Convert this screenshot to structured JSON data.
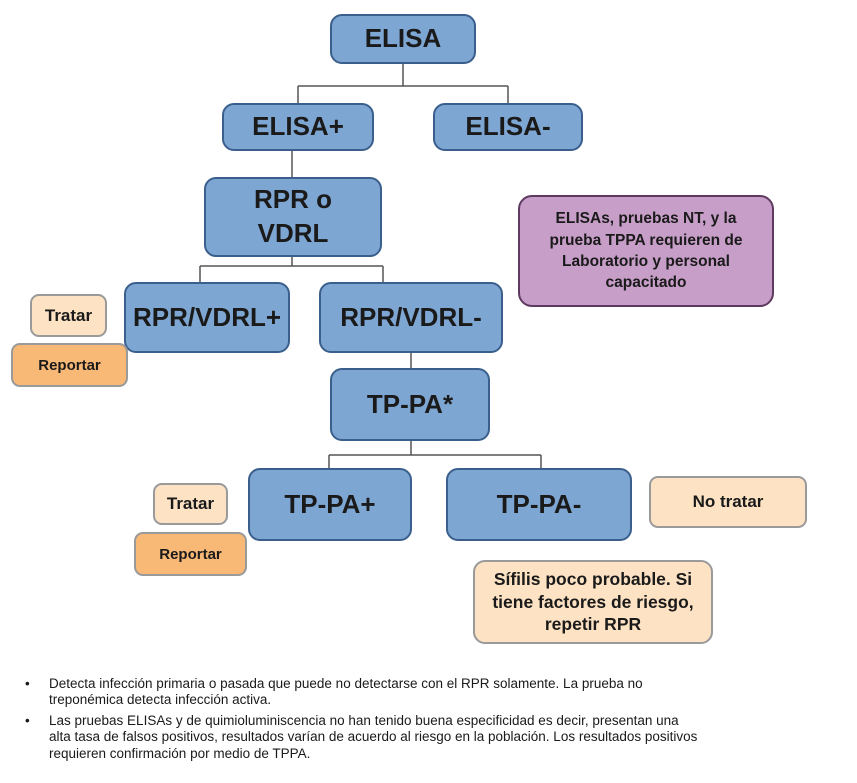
{
  "flowchart": {
    "elisa": "ELISA",
    "elisa_pos": "ELISA+",
    "elisa_neg": "ELISA-",
    "rpr_vdrl_line1": "RPR o",
    "rpr_vdrl_line2": "VDRL",
    "rpr_vdrl_pos": "RPR/VDRL+",
    "rpr_vdrl_neg": "RPR/VDRL-",
    "tppa": "TP-PA*",
    "tppa_pos": "TP-PA+",
    "tppa_neg": "TP-PA-",
    "tratar_1": "Tratar",
    "reportar_1": "Reportar",
    "tratar_2": "Tratar",
    "reportar_2": "Reportar",
    "no_tratar": "No tratar",
    "lab_note": [
      "ELISAs, pruebas NT, y la",
      "prueba TPPA requieren de",
      "Laboratorio y personal",
      "capacitado"
    ],
    "sifilis_note": [
      "Sífilis poco probable. Si",
      "tiene factores de riesgo,",
      "repetir RPR"
    ]
  },
  "bullet_symbol": "•",
  "bullets": [
    [
      "Detecta infección primaria o pasada que puede no detectarse con el RPR solamente. La prueba no",
      "treponémica detecta infección activa."
    ],
    [
      "Las pruebas ELISAs y de quimioluminiscencia no han tenido buena especificidad es decir, presentan una",
      "alta tasa de falsos positivos, resultados varían de acuerdo al riesgo en la población. Los resultados positivos",
      "requieren confirmación por medio de TPPA."
    ]
  ],
  "colors": {
    "test_box": "#7ea6d3",
    "test_border": "#3b5f8c",
    "action_box": "#fde3c4",
    "report_box": "#f8b876",
    "lab_note_box": "#c79ec8",
    "connector": "#555555"
  }
}
